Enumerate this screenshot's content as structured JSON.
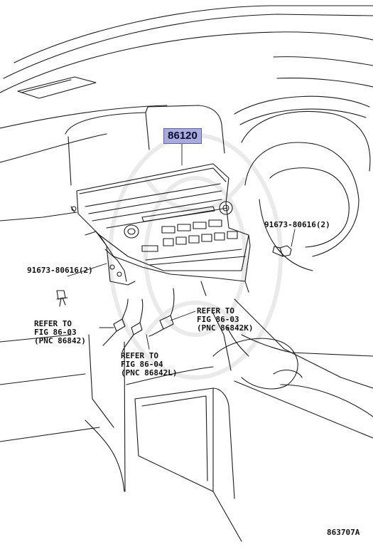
{
  "main_part": {
    "number": "86120"
  },
  "callouts": {
    "bolt_right": "91673-80616(2)",
    "bolt_left": "91673-80616(2)",
    "ref_left": [
      "REFER TO",
      "FIG 86-03",
      "(PNC 86842)"
    ],
    "ref_right": [
      "REFER TO",
      "FIG 86-03",
      "(PNC 86842K)"
    ],
    "ref_bottom": [
      "REFER TO",
      "FIG 86-04",
      "(PNC 86842L)"
    ]
  },
  "figure_id": "863707A",
  "colors": {
    "highlight": "#a9abd8",
    "line": "#1a1a1a"
  }
}
